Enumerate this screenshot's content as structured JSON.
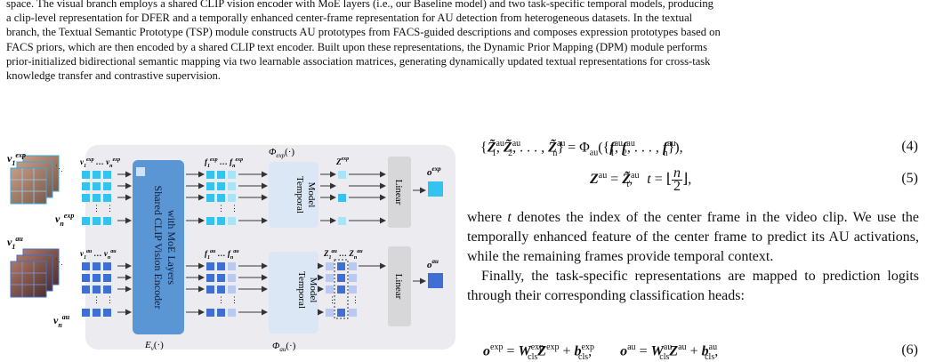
{
  "caption": {
    "line1": "space. The visual branch employs a shared CLIP vision encoder with MoE layers (i.e., our Baseline model) and two task-specific temporal models, producing",
    "line2": "a clip-level representation for DFER and a temporally enhanced center-frame representation for AU detection from heterogeneous datasets. In the textual",
    "line3": "branch, the Textual Semantic Prototype (TSP) module constructs AU prototypes from FACS-guided descriptions and composes expression prototypes based on",
    "line4": "FACS priors, which are then encoded by a shared CLIP text encoder. Built upon these representations, the Dynamic Prior Mapping (DPM) module performs",
    "line5": "prior-initialized bidirectional semantic mapping via two learnable association matrices, generating dynamically updated textual representations for cross-task",
    "line6": "knowledge transfer and contrastive supervision."
  },
  "figure": {
    "encoder_label_1": "Shared CLIP Vision Encoder",
    "encoder_label_2": "with MoE Layers",
    "encoder_symbol": "E",
    "encoder_sub": "v",
    "encoder_arg": "(·)",
    "temporal_label_1": "Temporal",
    "temporal_label_2": "Model",
    "linear_label": "Linear",
    "phi": "Φ",
    "phi_exp_sub": "exp",
    "phi_au_sub": "au",
    "phi_arg": "(·)",
    "exp_tag": "exp",
    "au_tag": "au",
    "colors": {
      "exp_box": "#34c3ee",
      "exp_light": "#a8e4f8",
      "au_box": "#3f6fd2",
      "au_light": "#b9c9ef",
      "encoder": "#5b96d4",
      "panel": "#ececf0",
      "temporal": "#dbe7f4",
      "linear": "#d7d7da"
    }
  },
  "equations": {
    "eq4_num": "(4)",
    "eq5_num": "(5)",
    "eq6_num": "(6)"
  },
  "body": {
    "para1_a": "where",
    "para1_b": "denotes the index of the center frame in the video clip. We use the temporally enhanced feature of the center frame to predict its AU activations, while the remaining frames provide temporal context.",
    "para2": "Finally, the task-specific representations are mapped to prediction logits through their corresponding classification heads:"
  }
}
